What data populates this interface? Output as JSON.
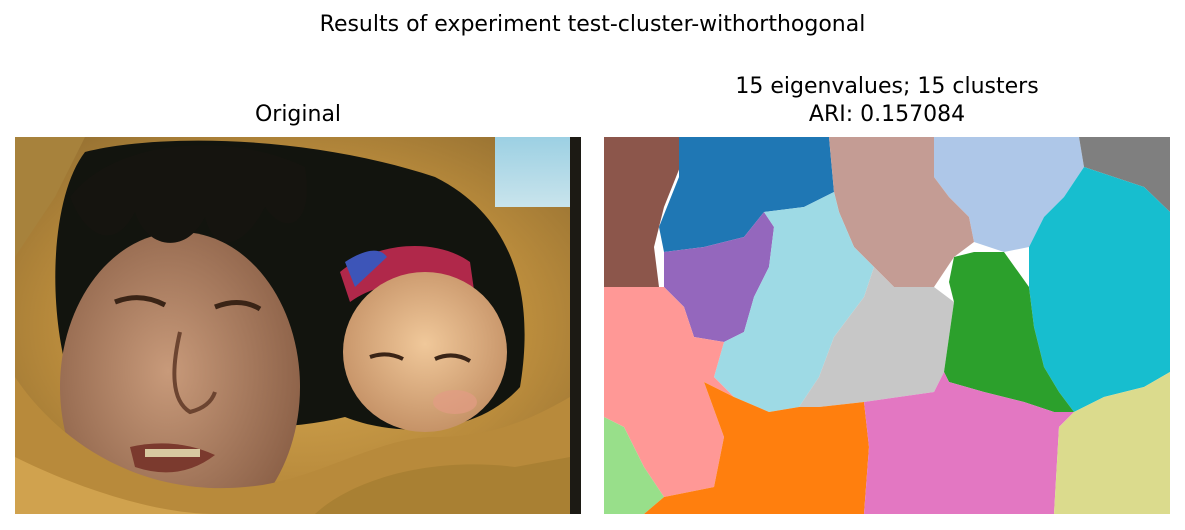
{
  "figure": {
    "suptitle": "Results of experiment test-cluster-withorthogonal"
  },
  "panels": {
    "original": {
      "title": "Original"
    },
    "segmentation": {
      "title_line1": "15 eigenvalues; 15 clusters",
      "title_line2": "ARI: 0.157084"
    }
  },
  "palette": {
    "tab20": [
      "#1f77b4",
      "#aec7e8",
      "#ff7f0e",
      "#2ca02c",
      "#98df8a",
      "#ff9896",
      "#9467bd",
      "#8c564b",
      "#c49c94",
      "#e377c2",
      "#f7b6d2",
      "#7f7f7f",
      "#c7c7c7",
      "#bcbd22",
      "#dbdb8d",
      "#17becf",
      "#9edae5"
    ]
  }
}
